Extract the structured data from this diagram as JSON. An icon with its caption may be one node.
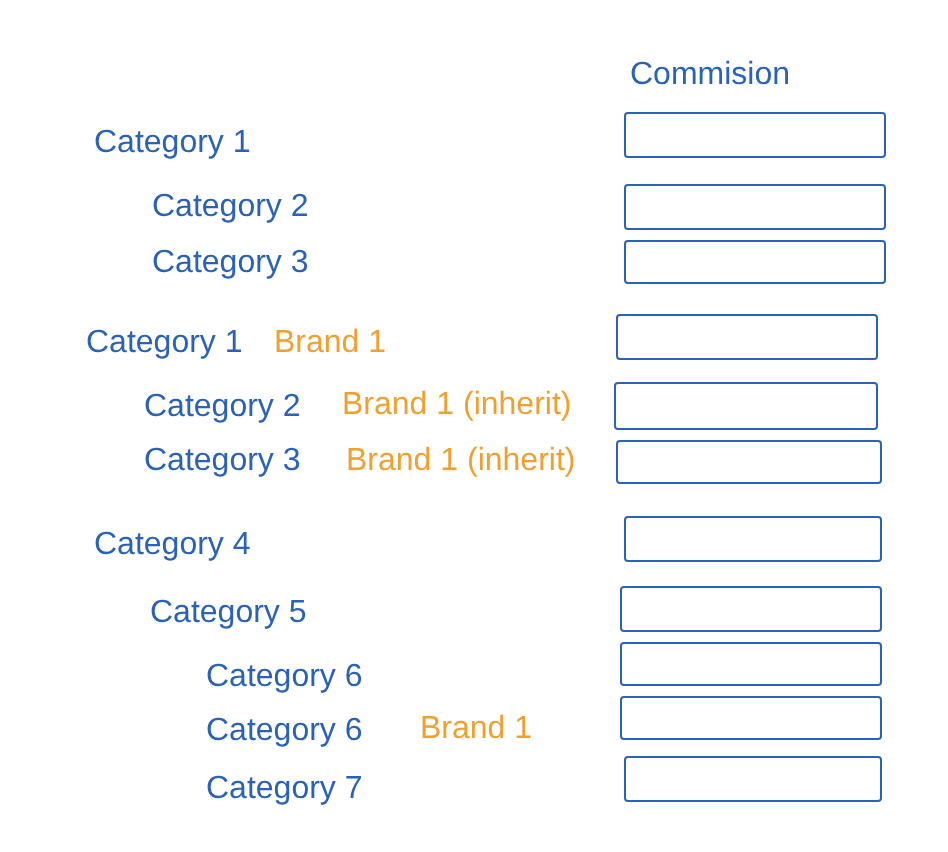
{
  "diagram": {
    "nodes": [
      {
        "text": [],
        "shape": "box"
      },
      {
        "text": [],
        "shape": "box"
      },
      {
        "text": [],
        "shape": "box"
      },
      {
        "text": [],
        "shape": "box"
      },
      {
        "text": [],
        "shape": "box"
      },
      {
        "text": [],
        "shape": "box"
      },
      {
        "text": [],
        "shape": "box"
      },
      {
        "text": [],
        "shape": "box"
      },
      {
        "text": [],
        "shape": "box"
      },
      {
        "text": [],
        "shape": "box"
      },
      {
        "text": [],
        "shape": "box"
      }
    ],
    "labels": [
      "Commision",
      "Category 1",
      "Category 2",
      "Category 3",
      "Category 1",
      "Brand 1",
      "Category 2",
      "Brand 1 (inherit)",
      "Category 3",
      "Brand 1 (inherit)",
      "Category 4",
      "Category 5",
      "Category 6",
      "Category 6",
      "Brand 1",
      "Category 7"
    ]
  }
}
